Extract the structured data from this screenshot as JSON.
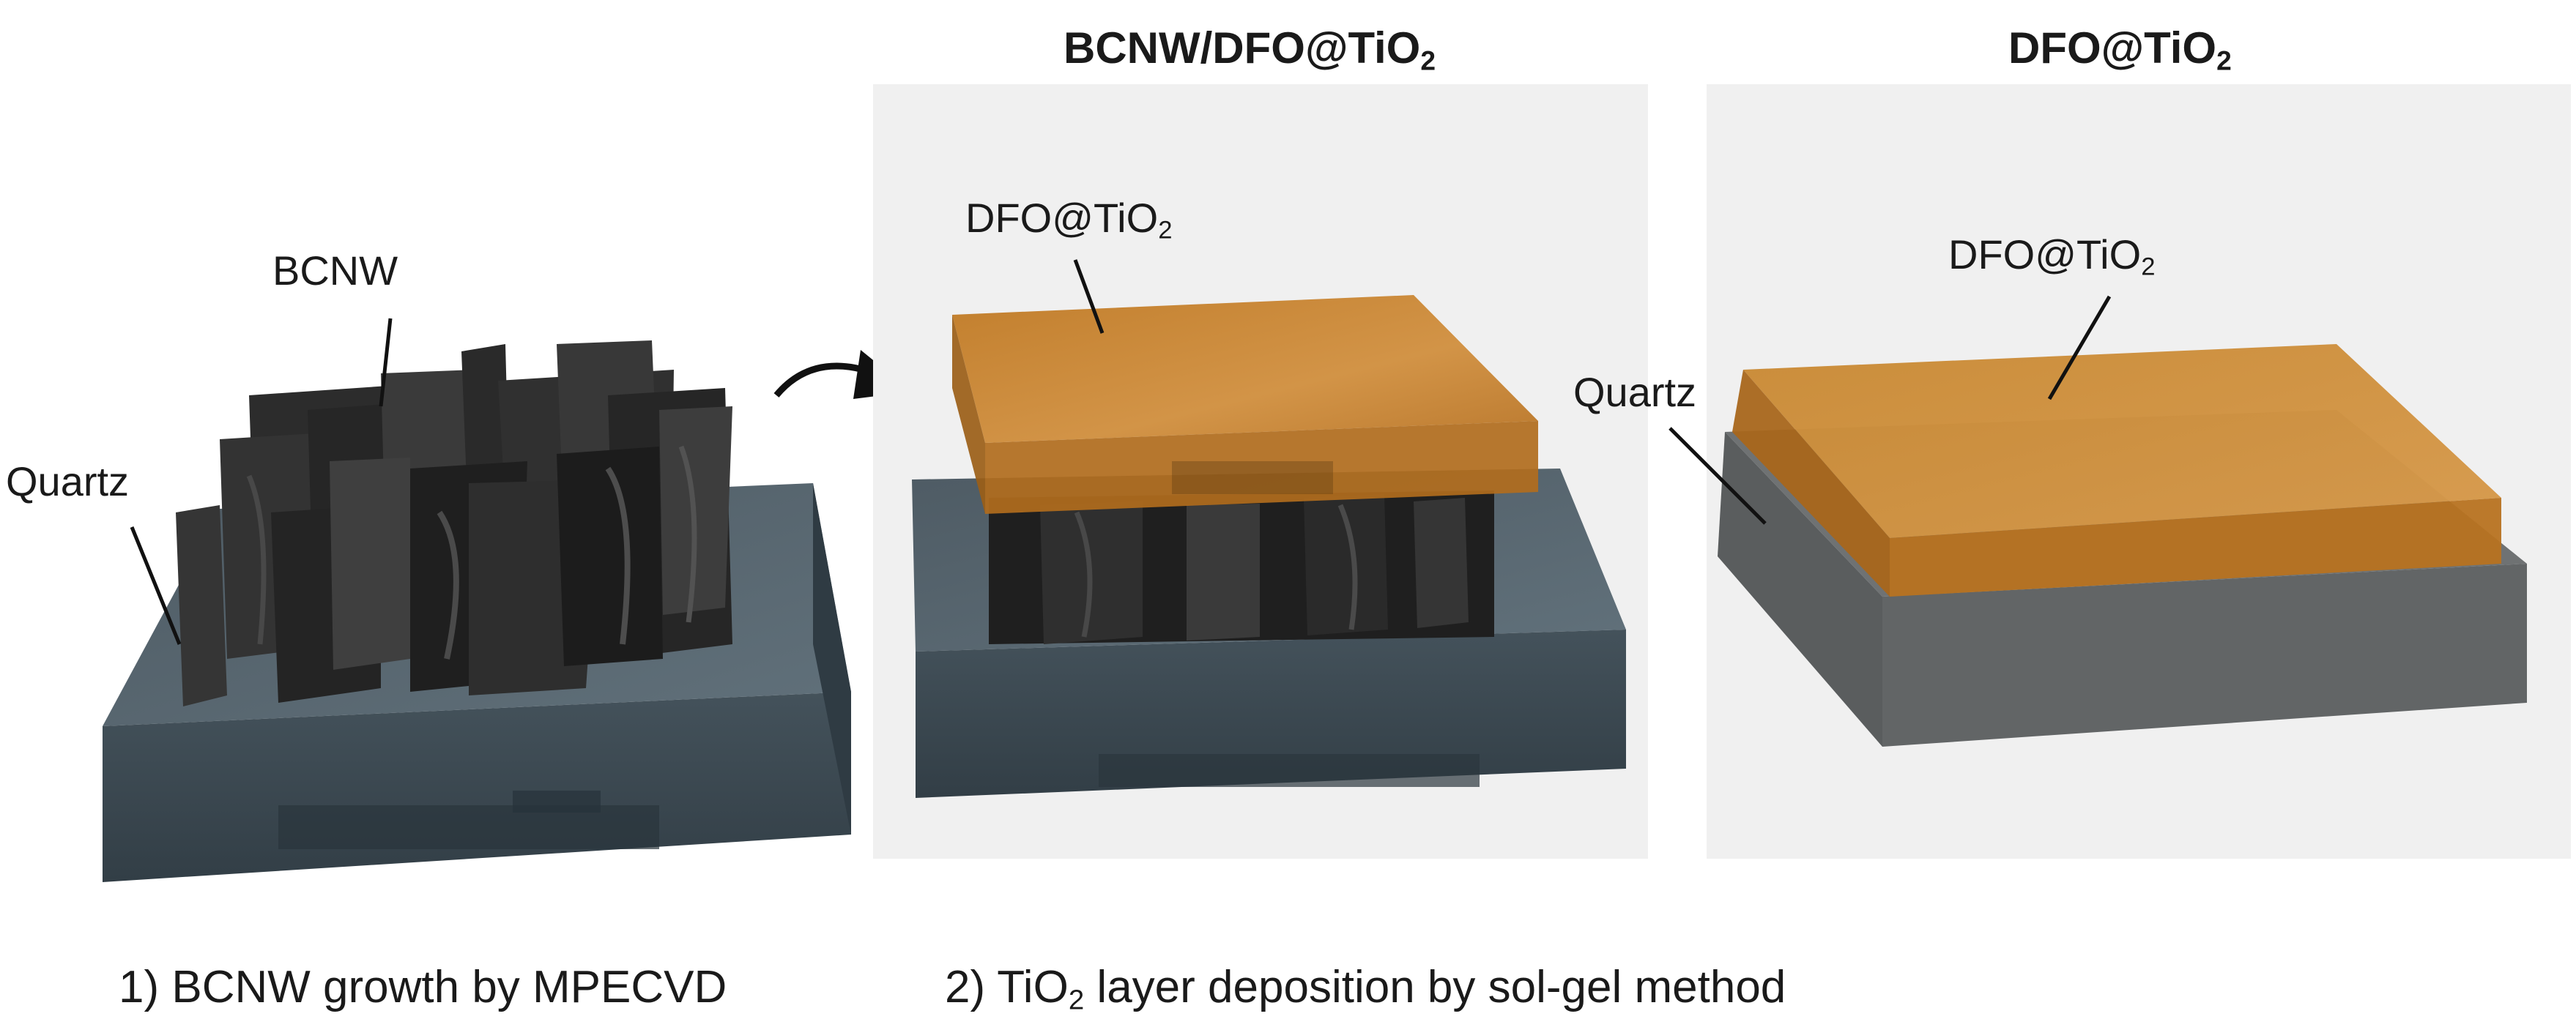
{
  "panel_titles": {
    "middle": {
      "main": "BCNW/DFO@TiO",
      "sub": "2"
    },
    "right": {
      "main": "DFO@TiO",
      "sub": "2"
    }
  },
  "callouts": {
    "left_bcnw": "BCNW",
    "left_quartz": "Quartz",
    "middle_film": {
      "main": "DFO@TiO",
      "sub": "2"
    },
    "right_film": {
      "main": "DFO@TiO",
      "sub": "2"
    },
    "right_quartz": "Quartz"
  },
  "captions": {
    "step1": "1) BCNW growth by MPECVD",
    "step2": {
      "prefix": "2) TiO",
      "sub": "2",
      "suffix": " layer deposition by sol-gel method"
    }
  },
  "colors": {
    "panel_background": "#f0f0f0",
    "quartz_top": "#56646e",
    "quartz_front": "#3a4852",
    "quartz_side": "#2e3a42",
    "nanowall": "#2b2b2b",
    "film_top": "#c9812a",
    "film_front": "#b06c1c",
    "film_side": "#9a5d16",
    "gray_block_top": "#6f7273",
    "gray_block_front": "#5d6061"
  },
  "icons": [
    "curved-arrow-icon"
  ]
}
